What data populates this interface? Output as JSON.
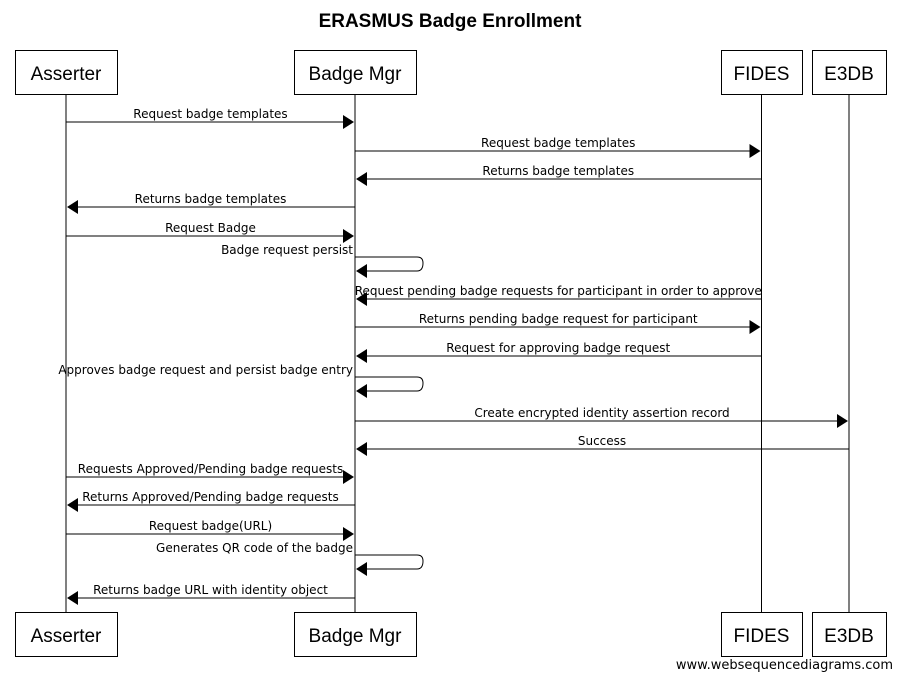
{
  "title": "ERASMUS Badge Enrollment",
  "credit": "www.websequencediagrams.com",
  "participants": [
    {
      "id": "asserter",
      "label": "Asserter"
    },
    {
      "id": "badgemgr",
      "label": "Badge Mgr"
    },
    {
      "id": "fides",
      "label": "FIDES"
    },
    {
      "id": "e3db",
      "label": "E3DB"
    }
  ],
  "messages": [
    {
      "from": "asserter",
      "to": "badgemgr",
      "label": "Request badge templates"
    },
    {
      "from": "badgemgr",
      "to": "fides",
      "label": "Request badge templates"
    },
    {
      "from": "fides",
      "to": "badgemgr",
      "label": "Returns badge templates"
    },
    {
      "from": "badgemgr",
      "to": "asserter",
      "label": "Returns badge templates"
    },
    {
      "from": "asserter",
      "to": "badgemgr",
      "label": "Request Badge"
    },
    {
      "from": "badgemgr",
      "to": "badgemgr",
      "label": "Badge request persist"
    },
    {
      "from": "fides",
      "to": "badgemgr",
      "label": "Request pending badge requests for participant in order to approve"
    },
    {
      "from": "badgemgr",
      "to": "fides",
      "label": "Returns pending badge request for participant"
    },
    {
      "from": "fides",
      "to": "badgemgr",
      "label": "Request for approving badge request"
    },
    {
      "from": "badgemgr",
      "to": "badgemgr",
      "label": "Approves badge request and persist badge entry"
    },
    {
      "from": "badgemgr",
      "to": "e3db",
      "label": "Create encrypted identity assertion record"
    },
    {
      "from": "e3db",
      "to": "badgemgr",
      "label": "Success"
    },
    {
      "from": "asserter",
      "to": "badgemgr",
      "label": "Requests Approved/Pending badge requests"
    },
    {
      "from": "badgemgr",
      "to": "asserter",
      "label": "Returns Approved/Pending badge requests"
    },
    {
      "from": "asserter",
      "to": "badgemgr",
      "label": "Request badge(URL)"
    },
    {
      "from": "badgemgr",
      "to": "badgemgr",
      "label": "Generates QR code of the badge"
    },
    {
      "from": "badgemgr",
      "to": "asserter",
      "label": "Returns badge URL with identity object"
    }
  ]
}
